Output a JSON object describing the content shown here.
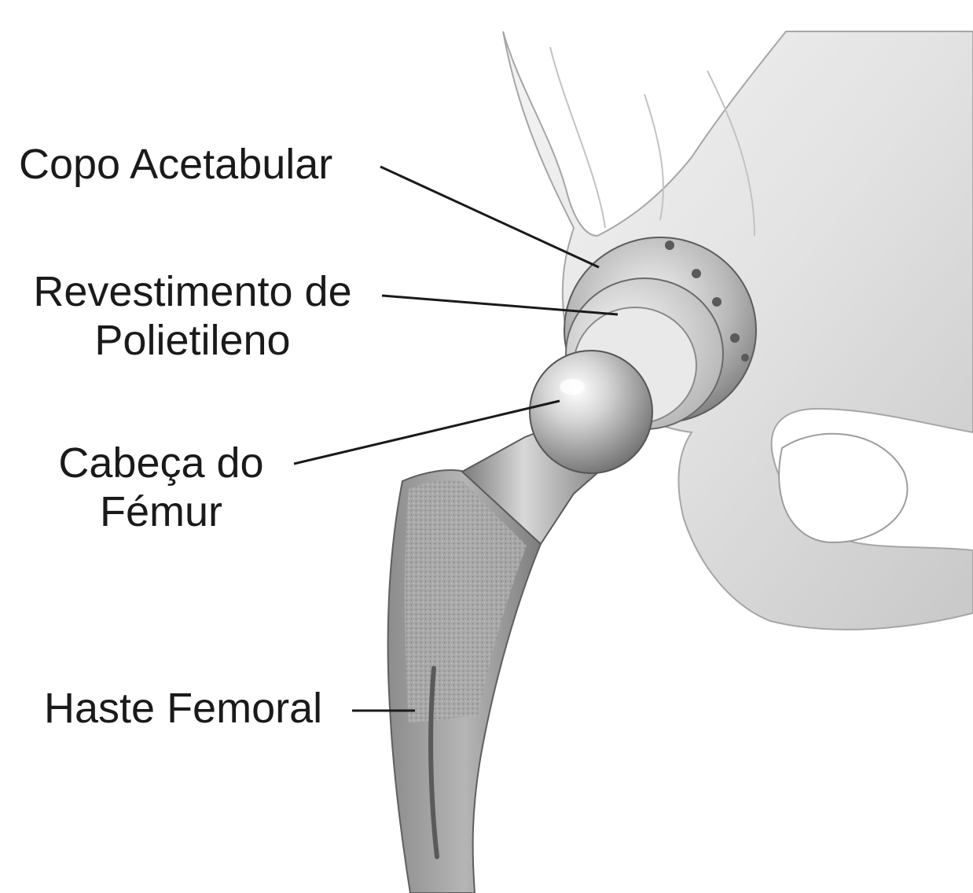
{
  "labels": {
    "acetabular_cup": "Copo Acetabular",
    "liner_line1": "Revestimento de",
    "liner_line2": "Polietileno",
    "femoral_head_line1": "Cabeça do",
    "femoral_head_line2": "Fémur",
    "femoral_stem": "Haste Femoral"
  },
  "colors": {
    "bone": "#ececec",
    "bone_shadow": "#bdbdbd",
    "metal_light": "#e6e6e6",
    "metal_dark": "#6f6f6f",
    "stem_porous": "#9a9a9a",
    "text": "#1a1a1a",
    "leader_line": "#1a1a1a"
  }
}
